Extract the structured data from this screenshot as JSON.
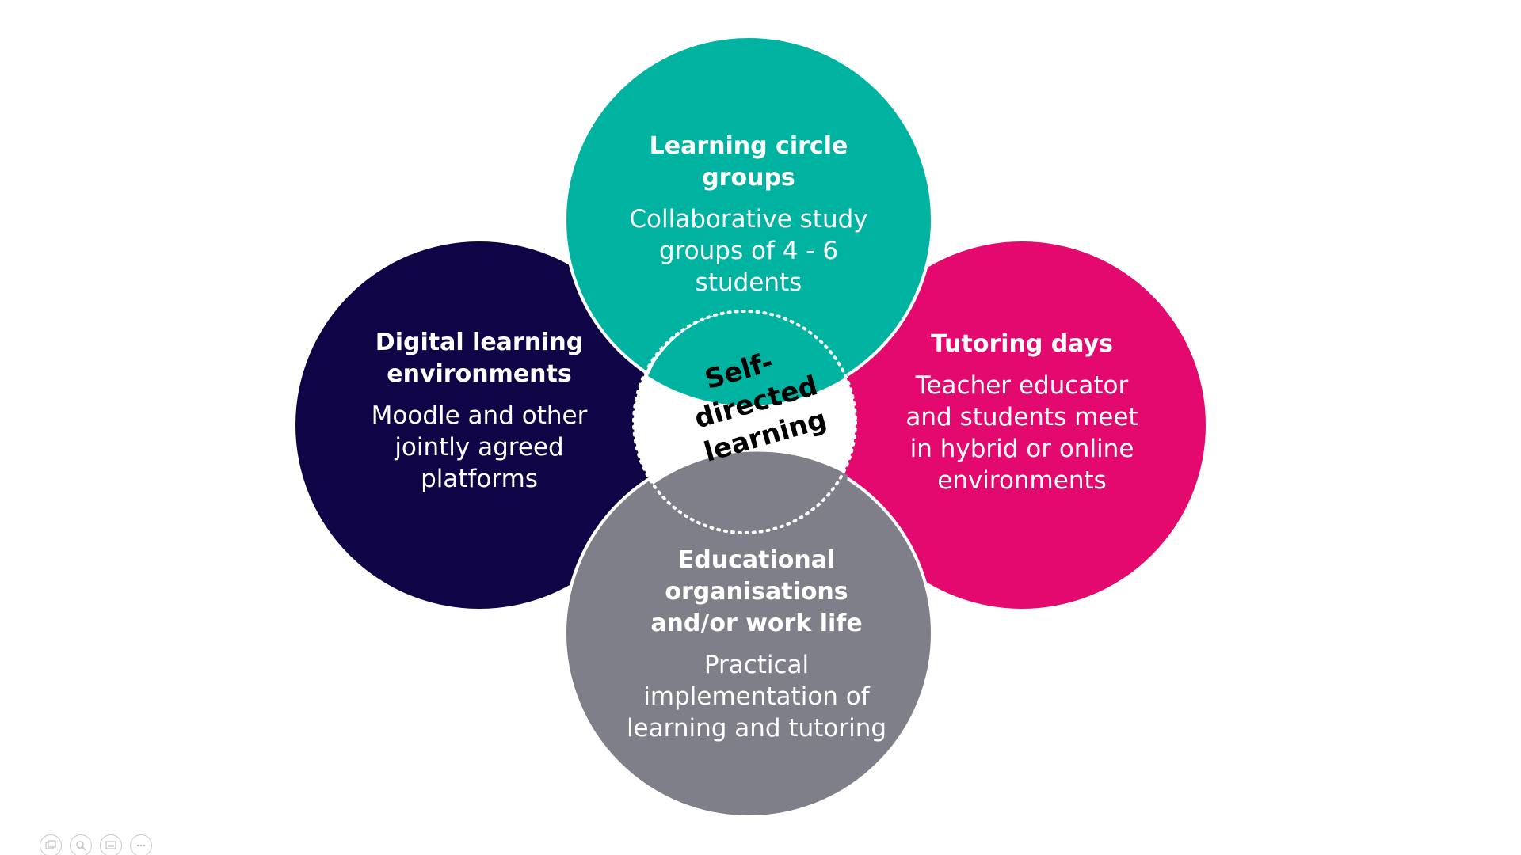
{
  "colors": {
    "teal": "#00B3A1",
    "navy": "#0F0446",
    "magenta": "#E3096E",
    "gray": "#7F7F8A",
    "center_ring": "#ffffff",
    "center_text": "#000000"
  },
  "circles": {
    "top": {
      "title": "Learning circle\ngroups",
      "description": "Collaborative study\ngroups of 4 - 6\nstudents"
    },
    "left": {
      "title": "Digital learning\nenvironments",
      "description": "Moodle and other\njointly agreed\nplatforms"
    },
    "right": {
      "title": "Tutoring days",
      "description": "Teacher educator\nand students meet\nin  hybrid or online\nenvironments"
    },
    "bottom": {
      "title": "Educational\norganisations\nand/or work life",
      "description": "Practical\nimplementation of\nlearning and tutoring"
    }
  },
  "center": {
    "label": "Self-\ndirected\nlearning"
  },
  "slide_controls": [
    {
      "icon": "slides-icon"
    },
    {
      "icon": "zoom-icon"
    },
    {
      "icon": "presenter-view-icon"
    },
    {
      "icon": "more-options-icon"
    }
  ]
}
